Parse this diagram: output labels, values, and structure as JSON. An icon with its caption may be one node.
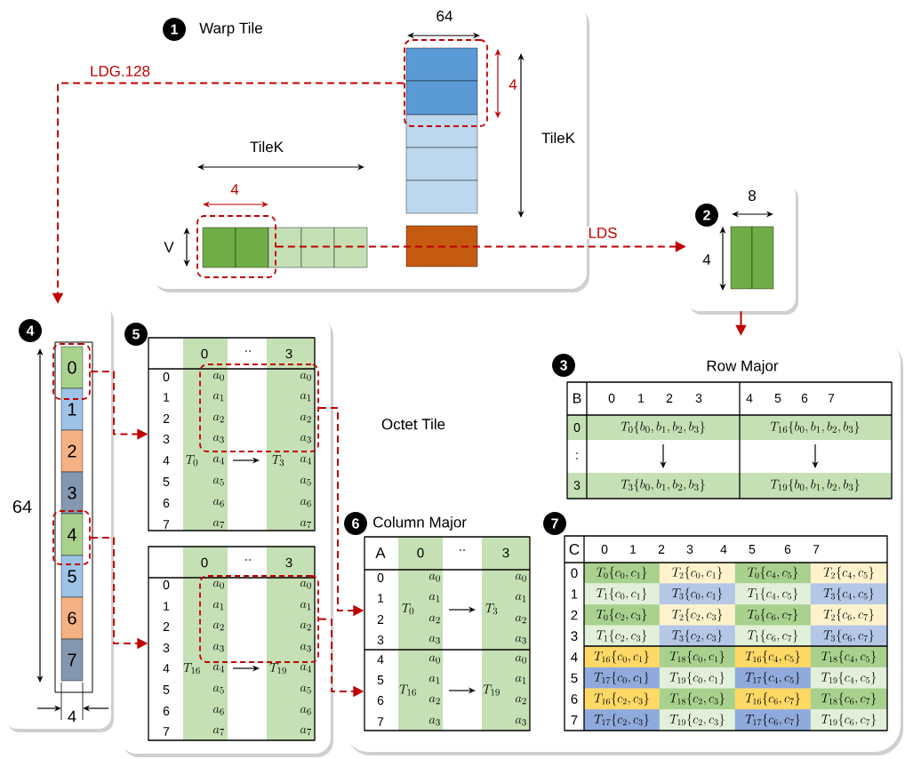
{
  "diagram": {
    "nodes": [
      {
        "text": [
          "Warp Tile"
        ]
      },
      {
        "text": [
          "1"
        ],
        "in": 0
      },
      {
        "text": [],
        "shape": "box",
        "in": 0
      },
      {
        "text": [],
        "shape": "box",
        "in": 0
      },
      {
        "text": [],
        "shape": "box"
      },
      {
        "text": [
          "2"
        ],
        "in": 4
      },
      {
        "text": [],
        "shape": "box"
      },
      {
        "text": [
          "4"
        ],
        "in": 6
      },
      {
        "text": [],
        "shape": "box",
        "in": 6
      },
      {
        "text": [],
        "shape": "box",
        "in": 6
      },
      {
        "text": [],
        "shape": "box"
      },
      {
        "text": [
          "5"
        ],
        "in": 10
      },
      {
        "text": [],
        "shape": "box",
        "in": 10
      },
      {
        "text": [],
        "shape": "box",
        "in": 12
      },
      {
        "text": [],
        "shape": "box",
        "in": 10
      },
      {
        "text": [],
        "shape": "box",
        "in": 14
      },
      {
        "text": [
          "Octet Tile"
        ]
      },
      {
        "text": [
          "3"
        ],
        "in": 16
      },
      {
        "text": [
          "Row Major"
        ],
        "in": 16
      },
      {
        "text": [
          "6"
        ],
        "in": 16
      },
      {
        "text": [
          "Column Major"
        ],
        "in": 16
      },
      {
        "text": [
          "7"
        ],
        "in": 16
      },
      {
        "text": [],
        "shape": "box",
        "in": 16
      }
    ],
    "edges": [
      {
        "from": 2,
        "to": 6,
        "arrow": "to",
        "label": "LDG.128",
        "style": "dashed",
        "color": "#c00000"
      },
      {
        "from": 3,
        "to": 4,
        "arrow": "to",
        "label": "LDS",
        "style": "dashed",
        "color": "#c00000"
      },
      {
        "from": 4,
        "to": 16,
        "arrow": "to",
        "color": "#c00000"
      },
      {
        "from": 8,
        "to": 12,
        "arrow": "to",
        "style": "dashed",
        "color": "#c00000"
      },
      {
        "from": 9,
        "to": 14,
        "arrow": "to",
        "style": "dashed",
        "color": "#c00000"
      },
      {
        "from": 13,
        "to": 20,
        "arrow": "to",
        "style": "dashed",
        "color": "#c00000"
      },
      {
        "from": 15,
        "to": 20,
        "arrow": "to",
        "style": "dashed",
        "color": "#c00000"
      }
    ],
    "labels": [
      "64",
      "4",
      "TileK",
      "TileK",
      "4",
      "V",
      "8",
      "4",
      "0",
      "1",
      "2",
      "3",
      "4",
      "5",
      "6",
      "7",
      "64",
      "4",
      "0",
      "..",
      "3",
      "0",
      "a_0",
      "a_0",
      "1",
      "a_1",
      "a_1",
      "2",
      "a_2",
      "a_2",
      "3",
      "a_3",
      "a_3",
      "4",
      "T_0",
      "a_4",
      "T_3",
      "a_4",
      "5",
      "a_5",
      "a_5",
      "6",
      "a_6",
      "a_6",
      "7",
      "a_7",
      "a_7",
      "0",
      "..",
      "3",
      "0",
      "a_0",
      "a_0",
      "1",
      "a_1",
      "a_1",
      "2",
      "a_2",
      "a_2",
      "3",
      "a_3",
      "a_3",
      "4",
      "T_{16}",
      "a_4",
      "T_{19}",
      "a_4",
      "5",
      "a_5",
      "a_5",
      "6",
      "a_6",
      "a_6",
      "7",
      "a_7",
      "a_7",
      "B",
      "0",
      "1",
      "2",
      "3",
      "4",
      "5",
      "6",
      "7",
      "0",
      "T_0\\{b_0, b_1, b_2, b_3\\}",
      "T_{16}\\{b_0, b_1, b_2, b_3\\}",
      ":",
      "3",
      "T_3\\{b_0, b_1, b_2, b_3\\}",
      "T_{19}\\{b_0, b_1, b_2, b_3\\}",
      "A",
      "0",
      "..",
      "3",
      "0",
      "a_0",
      "a_0",
      "1",
      "T_0",
      "a_1",
      "T_3",
      "a_1",
      "2",
      "a_2",
      "a_2",
      "3",
      "a_3",
      "a_3",
      "4",
      "a_0",
      "a_0",
      "5",
      "T_{16}",
      "a_1",
      "T_{19}",
      "a_1",
      "6",
      "a_2",
      "a_2",
      "7",
      "a_3",
      "a_3",
      "C",
      "0",
      "1",
      "2",
      "3",
      "4",
      "5",
      "6",
      "7",
      "0",
      "T_0\\{c_0, c_1\\}",
      "T_2\\{c_0, c_1\\}",
      "T_0\\{c_4, c_5\\}",
      "T_2\\{c_4, c_5\\}",
      "1",
      "T_1\\{c_0, c_1\\}",
      "T_3\\{c_0, c_1\\}",
      "T_1\\{c_4, c_5\\}",
      "T_3\\{c_4, c_5\\}",
      "2",
      "T_0\\{c_2, c_3\\}",
      "T_2\\{c_2, c_3\\}",
      "T_0\\{c_6, c_7\\}",
      "T_2\\{c_6, c_7\\}",
      "3",
      "T_1\\{c_2, c_3\\}",
      "T_3\\{c_2, c_3\\}",
      "T_1\\{c_6, c_7\\}",
      "T_3\\{c_6, c_7\\}",
      "4",
      "T_{16}\\{c_0, c_1\\}",
      "T_{18}\\{c_0, c_1\\}",
      "T_{16}\\{c_4, c_5\\}",
      "T_{18}\\{c_4, c_5\\}",
      "5",
      "T_{17}\\{c_0, c_1\\}",
      "T_{19}\\{c_0, c_1\\}",
      "T_{17}\\{c_4, c_5\\}",
      "T_{19}\\{c_4, c_5\\}",
      "6",
      "T_{16}\\{c_2, c_3\\}",
      "T_{18}\\{c_2, c_3\\}",
      "T_{16}\\{c_6, c_7\\}",
      "T_{18}\\{c_6, c_7\\}",
      "7",
      "T_{17}\\{c_2, c_3\\}",
      "T_{19}\\{c_2, c_3\\}",
      "T_{17}\\{c_6, c_7\\}",
      "T_{19}\\{c_6, c_7\\}"
    ]
  }
}
